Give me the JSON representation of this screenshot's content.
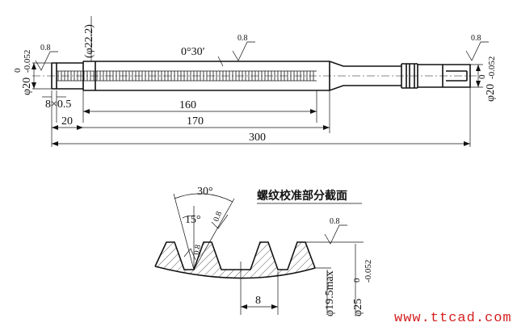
{
  "top_view": {
    "left_diameter": "φ20",
    "left_tol_upper": "0",
    "left_tol_lower": "-0.052",
    "right_diameter": "φ20",
    "right_tol_upper": "0",
    "right_tol_lower": "-0.052",
    "collar_diameter": "(φ22.2)",
    "taper_angle": "0°30′",
    "chamfer": "8×0.5",
    "len_160": "160",
    "len_20": "20",
    "len_170": "170",
    "len_300": "300",
    "roughness": "0.8"
  },
  "section_view": {
    "title": "螺纹校准部分截面",
    "thread_angle": "30°",
    "half_angle": "15°",
    "pitch": "8",
    "minor_diameter": "φ19.5max",
    "major_diameter": "φ25",
    "major_tol_upper": "0",
    "major_tol_lower": "-0.052",
    "roughness": "0.8"
  },
  "watermark": "www.ttcad.com"
}
